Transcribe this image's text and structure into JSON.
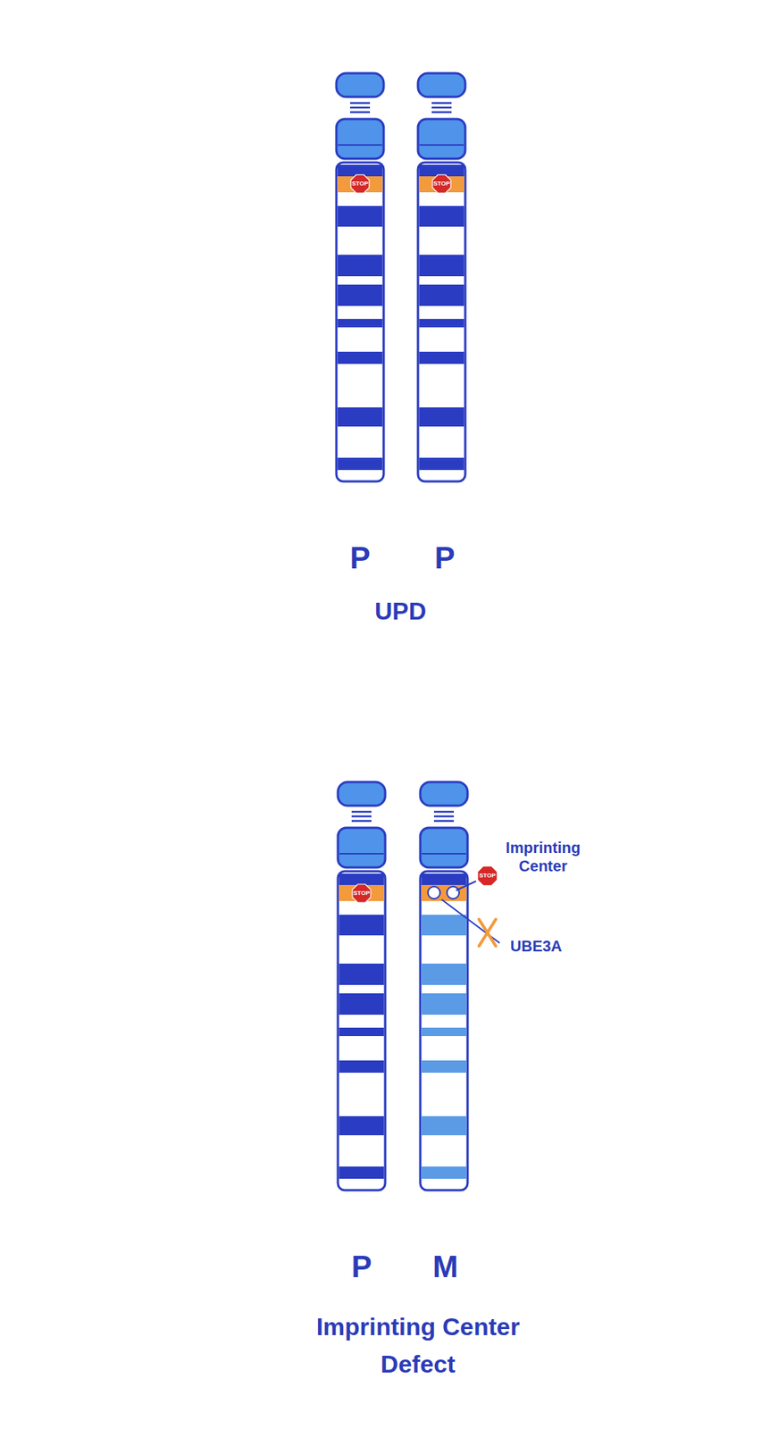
{
  "diagram": {
    "nodes": [
      {
        "text": [
          "STOP"
        ]
      },
      {
        "text": [
          "STOP"
        ]
      },
      {
        "text": [
          "STOP"
        ]
      },
      {
        "text": [
          "STOP"
        ]
      }
    ],
    "labels": [
      "P",
      "P",
      "UPD",
      "Imprinting Center",
      "UBE3A",
      "P",
      "M",
      "Imprinting Center Defect"
    ]
  }
}
